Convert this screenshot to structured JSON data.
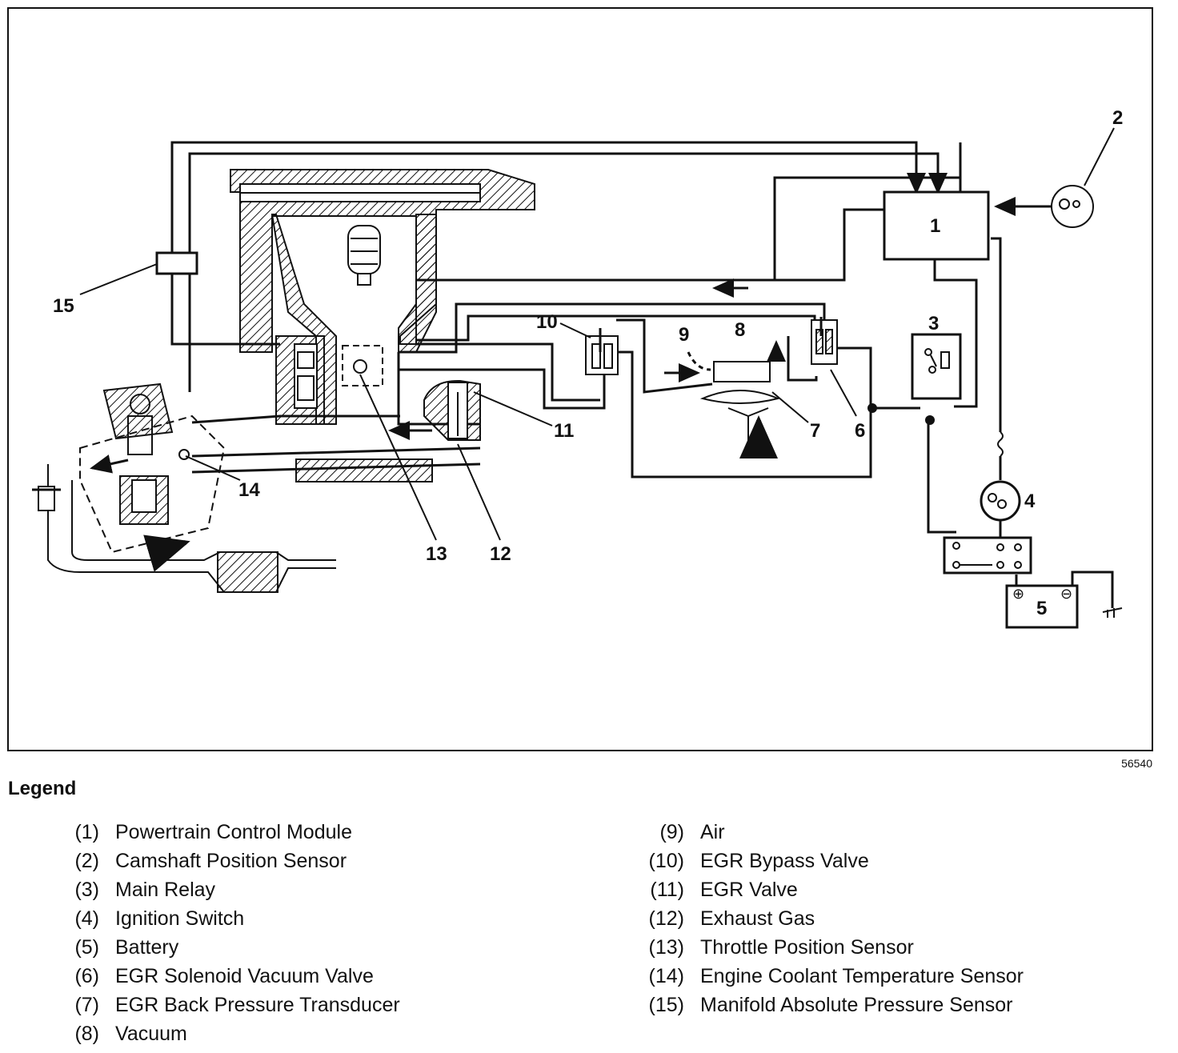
{
  "diagram": {
    "callouts": [
      "1",
      "2",
      "3",
      "4",
      "5",
      "6",
      "7",
      "8",
      "9",
      "10",
      "11",
      "12",
      "13",
      "14",
      "15"
    ],
    "figure_number": "56540",
    "battery_plus": "⊕",
    "battery_minus": "⊖"
  },
  "legend": {
    "title": "Legend",
    "items": [
      {
        "num": "(1)",
        "label": "Powertrain Control Module"
      },
      {
        "num": "(2)",
        "label": "Camshaft Position Sensor"
      },
      {
        "num": "(3)",
        "label": "Main Relay"
      },
      {
        "num": "(4)",
        "label": "Ignition Switch"
      },
      {
        "num": "(5)",
        "label": "Battery"
      },
      {
        "num": "(6)",
        "label": "EGR Solenoid Vacuum Valve"
      },
      {
        "num": "(7)",
        "label": "EGR Back Pressure Transducer"
      },
      {
        "num": "(8)",
        "label": "Vacuum"
      },
      {
        "num": "(9)",
        "label": "Air"
      },
      {
        "num": "(10)",
        "label": "EGR Bypass Valve"
      },
      {
        "num": "(11)",
        "label": "EGR Valve"
      },
      {
        "num": "(12)",
        "label": "Exhaust Gas"
      },
      {
        "num": "(13)",
        "label": "Throttle Position Sensor"
      },
      {
        "num": "(14)",
        "label": "Engine Coolant Temperature Sensor"
      },
      {
        "num": "(15)",
        "label": "Manifold Absolute Pressure Sensor"
      }
    ]
  }
}
